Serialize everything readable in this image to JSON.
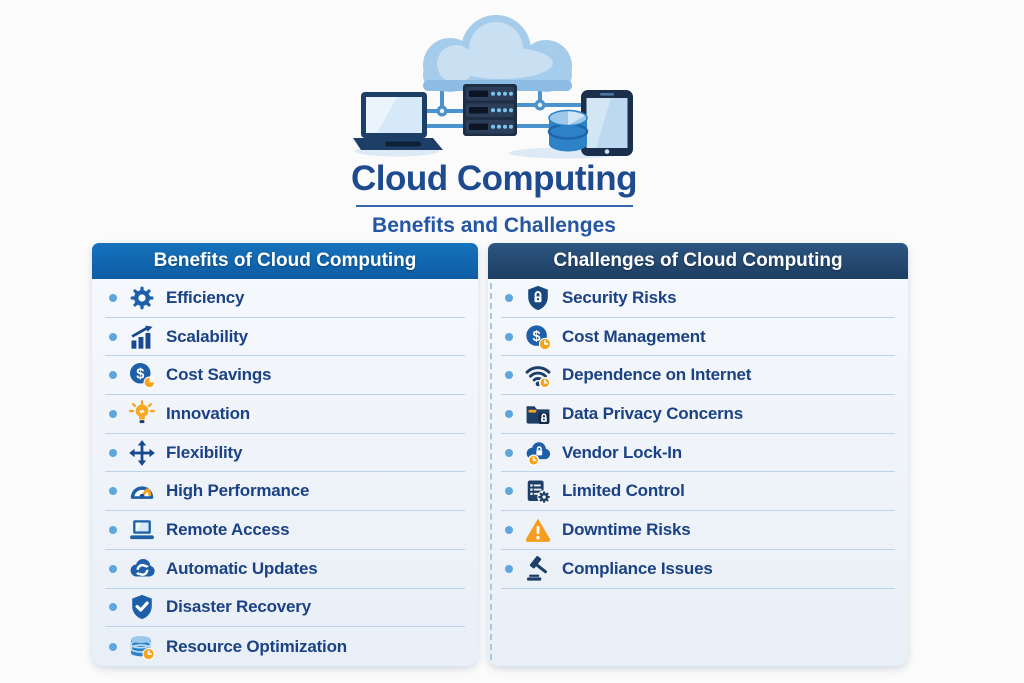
{
  "hero": {
    "title": "Cloud Computing",
    "subtitle": "Benefits and Challenges",
    "illustration_parts": [
      "cloud",
      "server-rack",
      "laptop",
      "tablet",
      "database",
      "network-links"
    ]
  },
  "benefits": {
    "header": "Benefits of Cloud Computing",
    "header_color": "#0f65ad",
    "items": [
      {
        "icon": "gear-icon",
        "label": "Efficiency"
      },
      {
        "icon": "growth-chart-icon",
        "label": "Scalability"
      },
      {
        "icon": "dollar-coin-icon",
        "label": "Cost Savings"
      },
      {
        "icon": "lightbulb-icon",
        "label": "Innovation"
      },
      {
        "icon": "four-way-arrows-icon",
        "label": "Flexibility"
      },
      {
        "icon": "speedometer-icon",
        "label": "High Performance"
      },
      {
        "icon": "laptop-icon",
        "label": "Remote Access"
      },
      {
        "icon": "cloud-sync-icon",
        "label": "Automatic Updates"
      },
      {
        "icon": "shield-check-icon",
        "label": "Disaster Recovery"
      },
      {
        "icon": "database-clock-icon",
        "label": "Resource Optimization"
      }
    ]
  },
  "challenges": {
    "header": "Challenges of Cloud Computing",
    "header_color": "#264a73",
    "items": [
      {
        "icon": "shield-lock-icon",
        "label": "Security Risks"
      },
      {
        "icon": "dollar-clock-icon",
        "label": "Cost Management"
      },
      {
        "icon": "wifi-icon",
        "label": "Dependence on Internet"
      },
      {
        "icon": "folder-lock-icon",
        "label": "Data Privacy Concerns"
      },
      {
        "icon": "cloud-lock-icon",
        "label": "Vendor Lock-In"
      },
      {
        "icon": "document-gear-icon",
        "label": "Limited Control"
      },
      {
        "icon": "warning-triangle-icon",
        "label": "Downtime Risks"
      },
      {
        "icon": "gavel-icon",
        "label": "Compliance Issues"
      }
    ]
  },
  "colors": {
    "item_text": "#1b4284",
    "divider": "#bcd2e8",
    "bullet": "#5ea7dd",
    "accent_blue": "#1d5fa8",
    "accent_navy": "#1d3e66",
    "accent_orange": "#f5a41d",
    "panel_background": "#eef2f8",
    "title_text": "#1e4b8f"
  }
}
